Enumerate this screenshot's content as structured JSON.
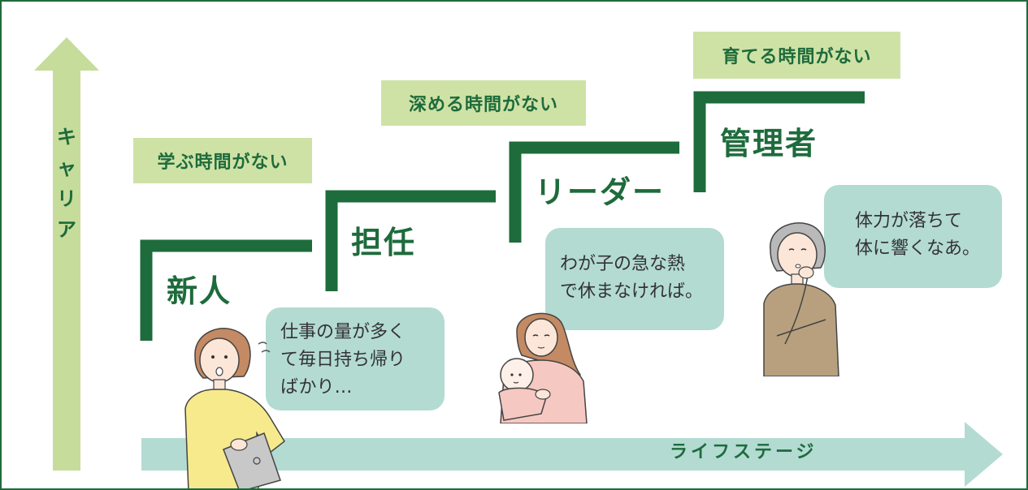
{
  "colors": {
    "border": "#1e6b3c",
    "step_line": "#1e6b3c",
    "career_arrow": "#c6dc9a",
    "life_arrow": "#b3dbd2",
    "label_bg": "#cfe2a6",
    "label_text": "#1e6b3c",
    "bubble_bg": "#b3dbd2",
    "bubble_text": "#333333"
  },
  "axes": {
    "career_chars": [
      "キ",
      "ャ",
      "リ",
      "ア"
    ],
    "life_stage": "ライフステージ"
  },
  "stages": [
    {
      "title": "新人",
      "issue": "学ぶ時間がない"
    },
    {
      "title": "担任",
      "issue": ""
    },
    {
      "title": "リーダー",
      "issue": "深める時間がない"
    },
    {
      "title": "管理者",
      "issue": "育てる時間がない"
    }
  ],
  "bubbles": [
    {
      "lines": [
        "仕事の量が多く",
        "て毎日持ち帰り",
        "ばかり…"
      ]
    },
    {
      "lines": [
        "わが子の急な熱",
        "で休まなければ。"
      ]
    },
    {
      "lines": [
        "体力が落ちて",
        "体に響くなあ。"
      ]
    }
  ],
  "illustrations": [
    {
      "icon": "stressed-woman-with-laptop-icon"
    },
    {
      "icon": "mother-holding-baby-icon"
    },
    {
      "icon": "thinking-older-woman-icon"
    }
  ]
}
